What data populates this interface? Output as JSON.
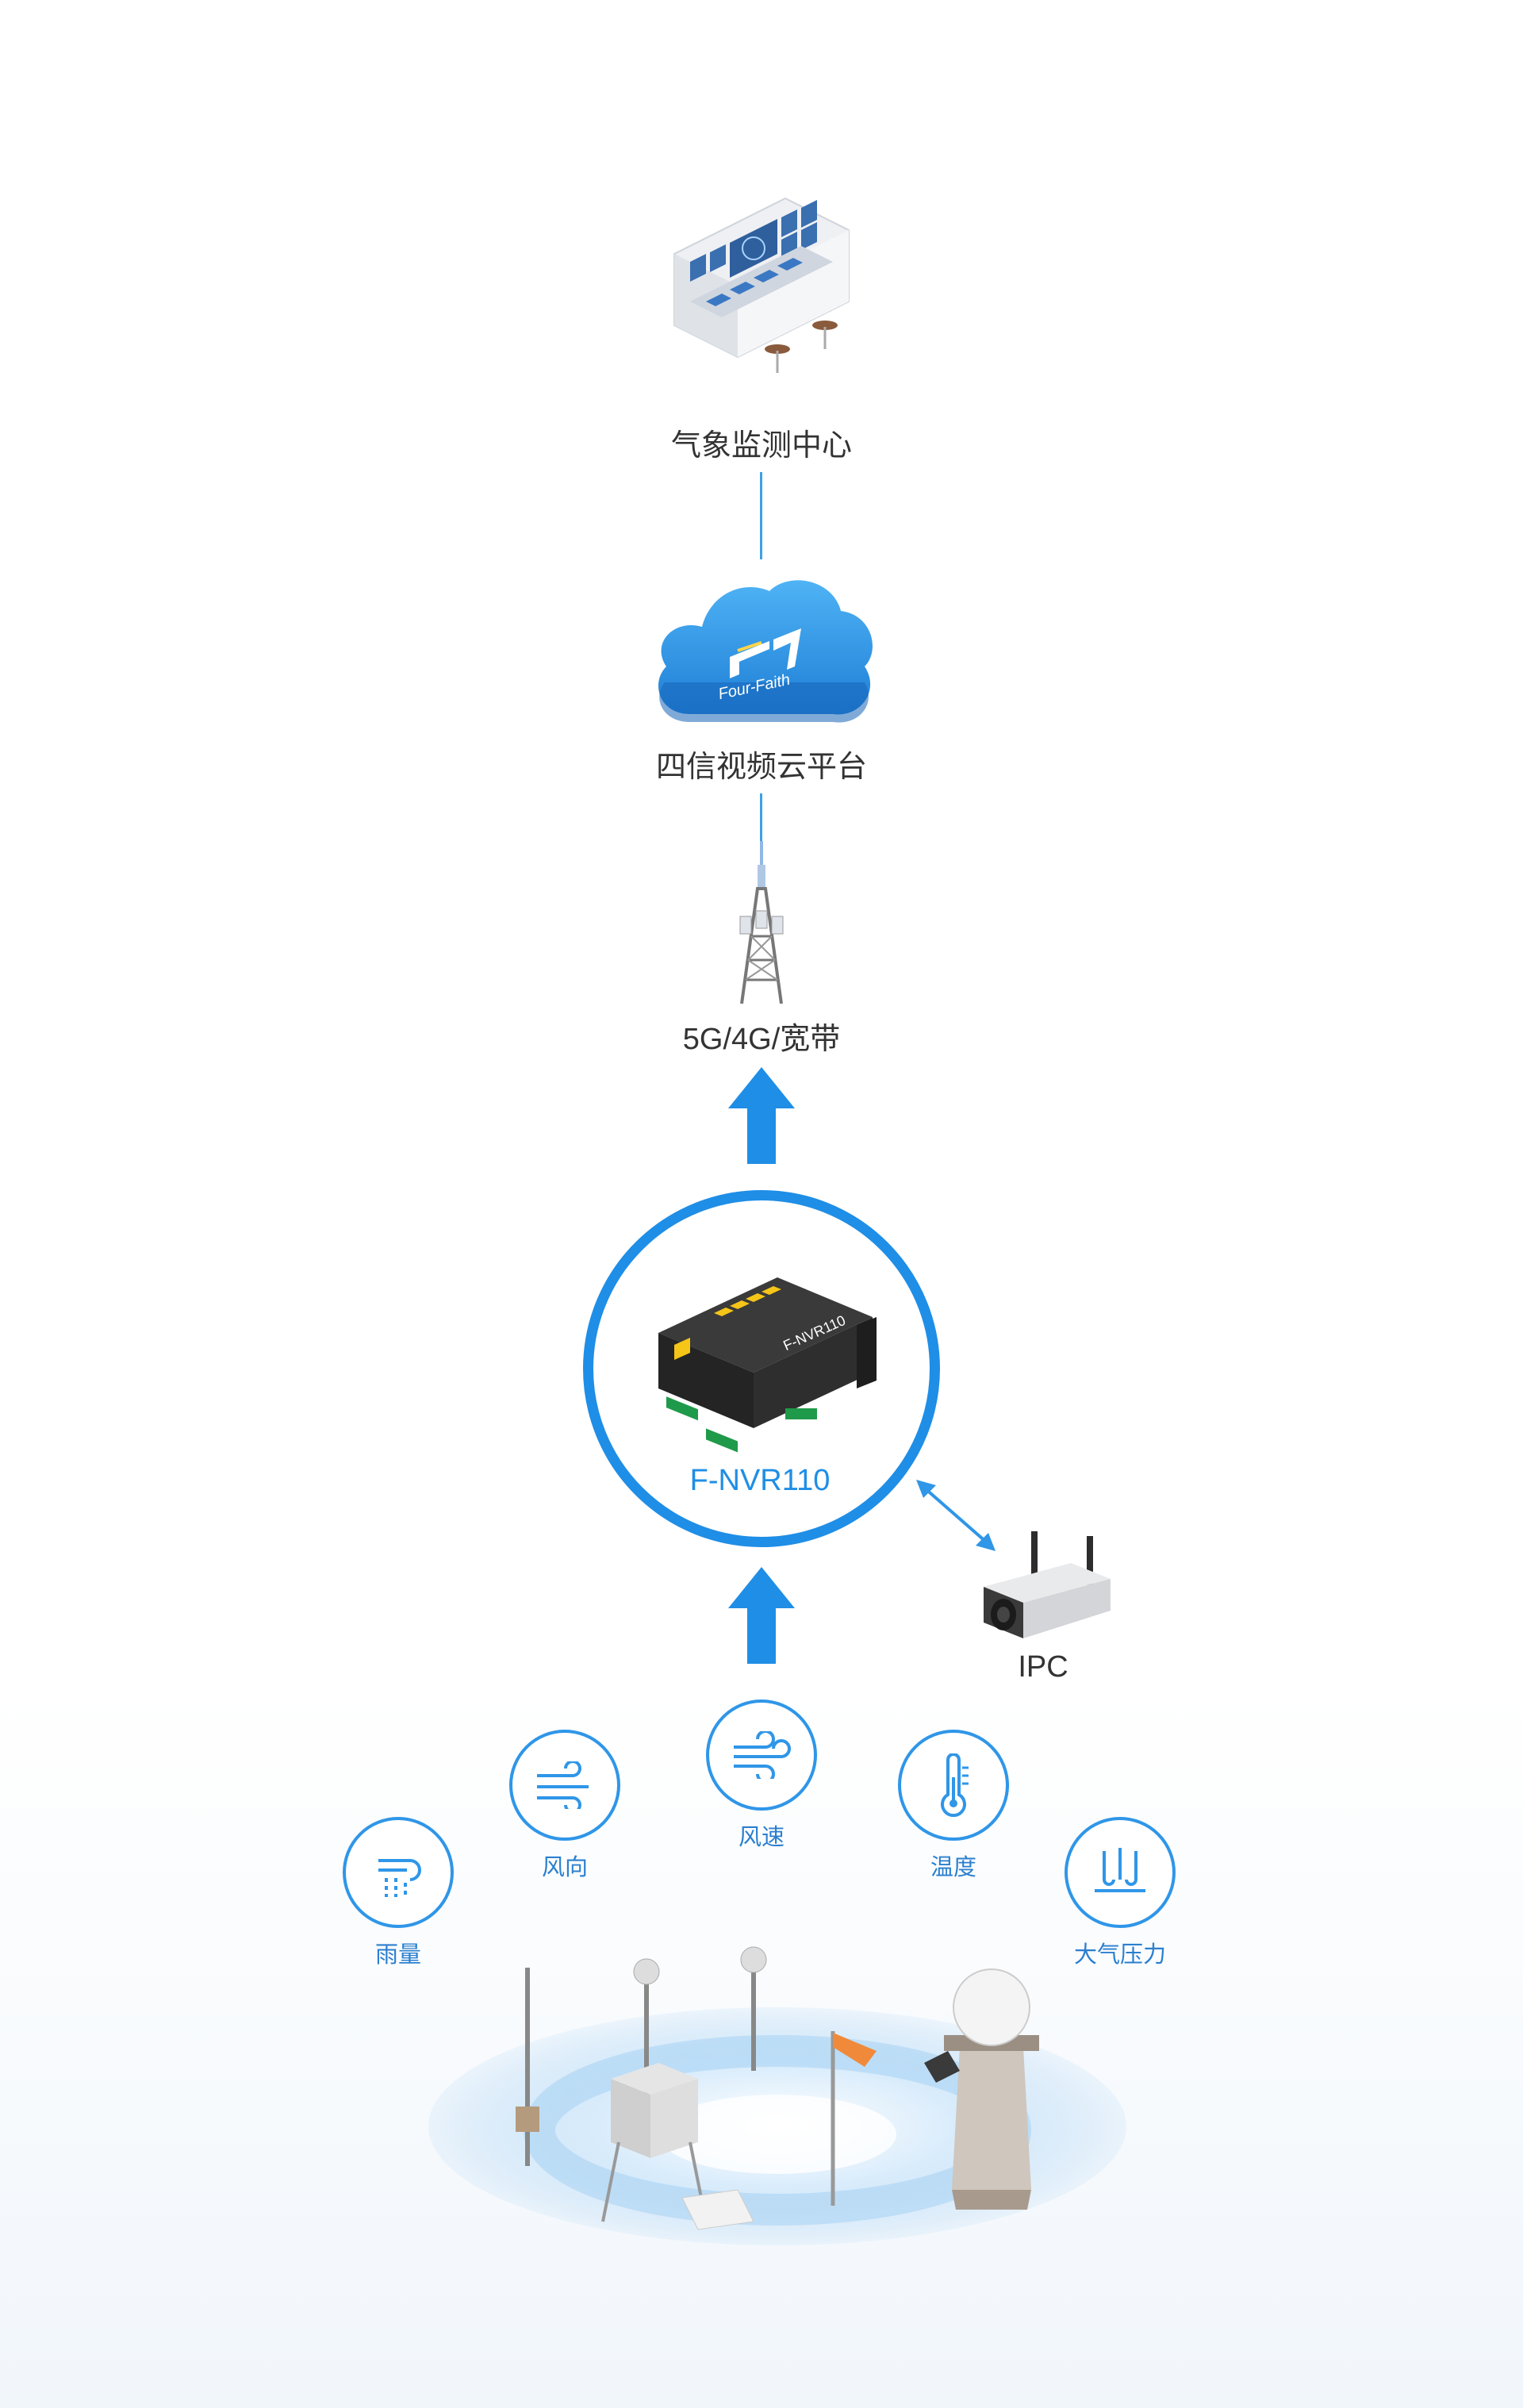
{
  "nodes": {
    "center": {
      "label": "气象监测中心"
    },
    "cloud": {
      "label": "四信视频云平台",
      "logo_text": "Four-Faith"
    },
    "tower": {
      "label": "5G/4G/宽带"
    },
    "device": {
      "label": "F-NVR110",
      "model_print": "F-NVR110"
    },
    "camera": {
      "label": "IPC"
    }
  },
  "sensors": [
    {
      "label": "雨量",
      "icon": "rain-gauge-icon"
    },
    {
      "label": "风向",
      "icon": "wind-direction-icon"
    },
    {
      "label": "风速",
      "icon": "wind-speed-icon"
    },
    {
      "label": "温度",
      "icon": "thermometer-icon"
    },
    {
      "label": "大气压力",
      "icon": "pressure-icon"
    }
  ],
  "colors": {
    "accent": "#2f96e8",
    "arrow": "#1f8ee6",
    "cloud": "#1e88e5",
    "device": "#2a2a2a"
  }
}
